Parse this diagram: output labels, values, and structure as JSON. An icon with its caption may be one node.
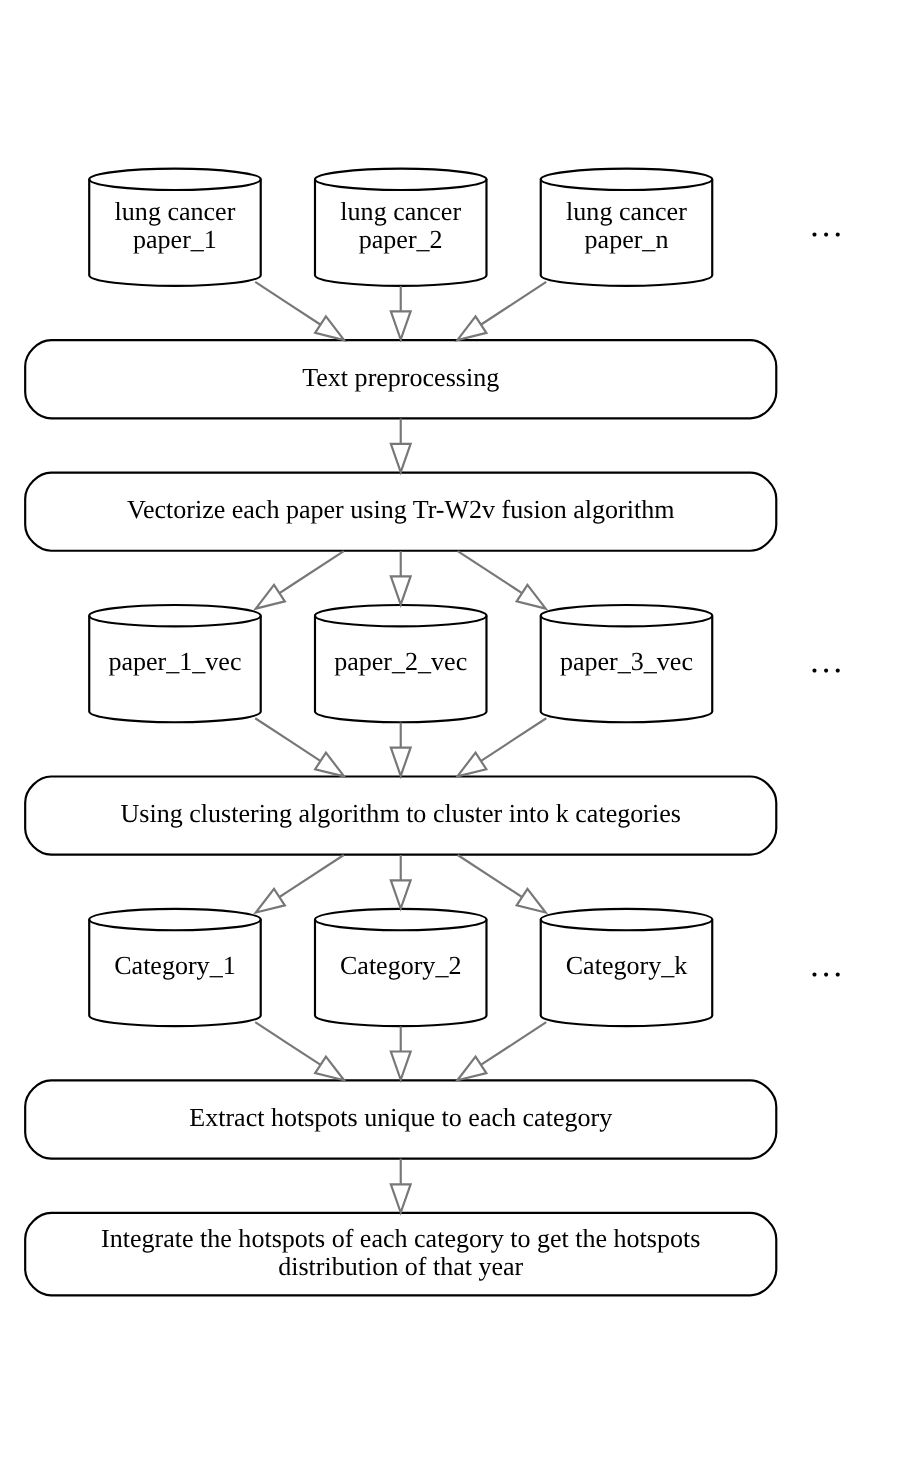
{
  "diagram": {
    "nodes": [
      {
        "text": [
          "lung cancer paper_1"
        ]
      },
      {
        "text": [
          "lung cancer paper_2"
        ]
      },
      {
        "text": [
          "lung cancer paper_n"
        ]
      },
      {
        "text": [
          "Text preprocessing"
        ]
      },
      {
        "text": [
          "Vectorize each paper using Tr-W2v fusion algorithm"
        ]
      },
      {
        "text": [
          "paper_1_vec"
        ]
      },
      {
        "text": [
          "paper_2_vec"
        ]
      },
      {
        "text": [
          "paper_3_vec"
        ]
      },
      {
        "text": [
          "Using clustering algorithm to cluster into k categories"
        ]
      },
      {
        "text": [
          "Category_1"
        ]
      },
      {
        "text": [
          "Category_2"
        ]
      },
      {
        "text": [
          "Category_k"
        ]
      },
      {
        "text": [
          "Extract hotspots unique to each category"
        ]
      },
      {
        "text": [
          "Integrate the hotspots of each category to get the hotspots distribution of that year"
        ]
      }
    ],
    "edges": [
      {
        "from": 0,
        "to": 3,
        "arrow": "to"
      },
      {
        "from": 1,
        "to": 3,
        "arrow": "to"
      },
      {
        "from": 2,
        "to": 3,
        "arrow": "to"
      },
      {
        "from": 3,
        "to": 4,
        "arrow": "to"
      },
      {
        "from": 4,
        "to": 5,
        "arrow": "to"
      },
      {
        "from": 4,
        "to": 6,
        "arrow": "to"
      },
      {
        "from": 4,
        "to": 7,
        "arrow": "to"
      },
      {
        "from": 5,
        "to": 8,
        "arrow": "to"
      },
      {
        "from": 6,
        "to": 8,
        "arrow": "to"
      },
      {
        "from": 7,
        "to": 8,
        "arrow": "to"
      },
      {
        "from": 8,
        "to": 9,
        "arrow": "to"
      },
      {
        "from": 8,
        "to": 10,
        "arrow": "to"
      },
      {
        "from": 8,
        "to": 11,
        "arrow": "to"
      },
      {
        "from": 9,
        "to": 12,
        "arrow": "to"
      },
      {
        "from": 10,
        "to": 12,
        "arrow": "to"
      },
      {
        "from": 11,
        "to": 12,
        "arrow": "to"
      },
      {
        "from": 12,
        "to": 13,
        "arrow": "to"
      }
    ],
    "labels": [
      "…",
      "…",
      "…"
    ]
  }
}
